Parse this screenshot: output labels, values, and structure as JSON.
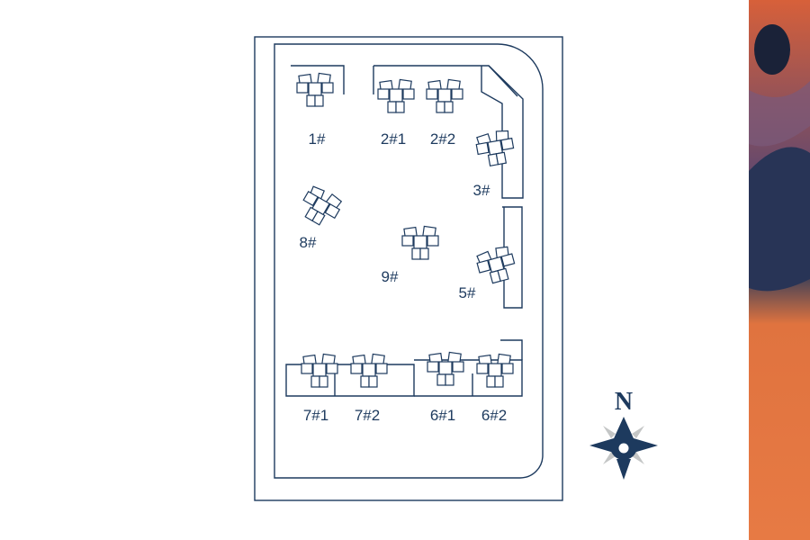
{
  "plan": {
    "buildings": [
      {
        "label": "1#"
      },
      {
        "label": "2#1"
      },
      {
        "label": "2#2"
      },
      {
        "label": "3#"
      },
      {
        "label": "8#"
      },
      {
        "label": "9#"
      },
      {
        "label": "5#"
      },
      {
        "label": "7#1"
      },
      {
        "label": "7#2"
      },
      {
        "label": "6#1"
      },
      {
        "label": "6#2"
      }
    ]
  },
  "compass": {
    "north_label": "N",
    "icon": "compass-rose-icon"
  },
  "colors": {
    "line": "#1d3a5e",
    "compass_gray": "#c4c6c6"
  }
}
